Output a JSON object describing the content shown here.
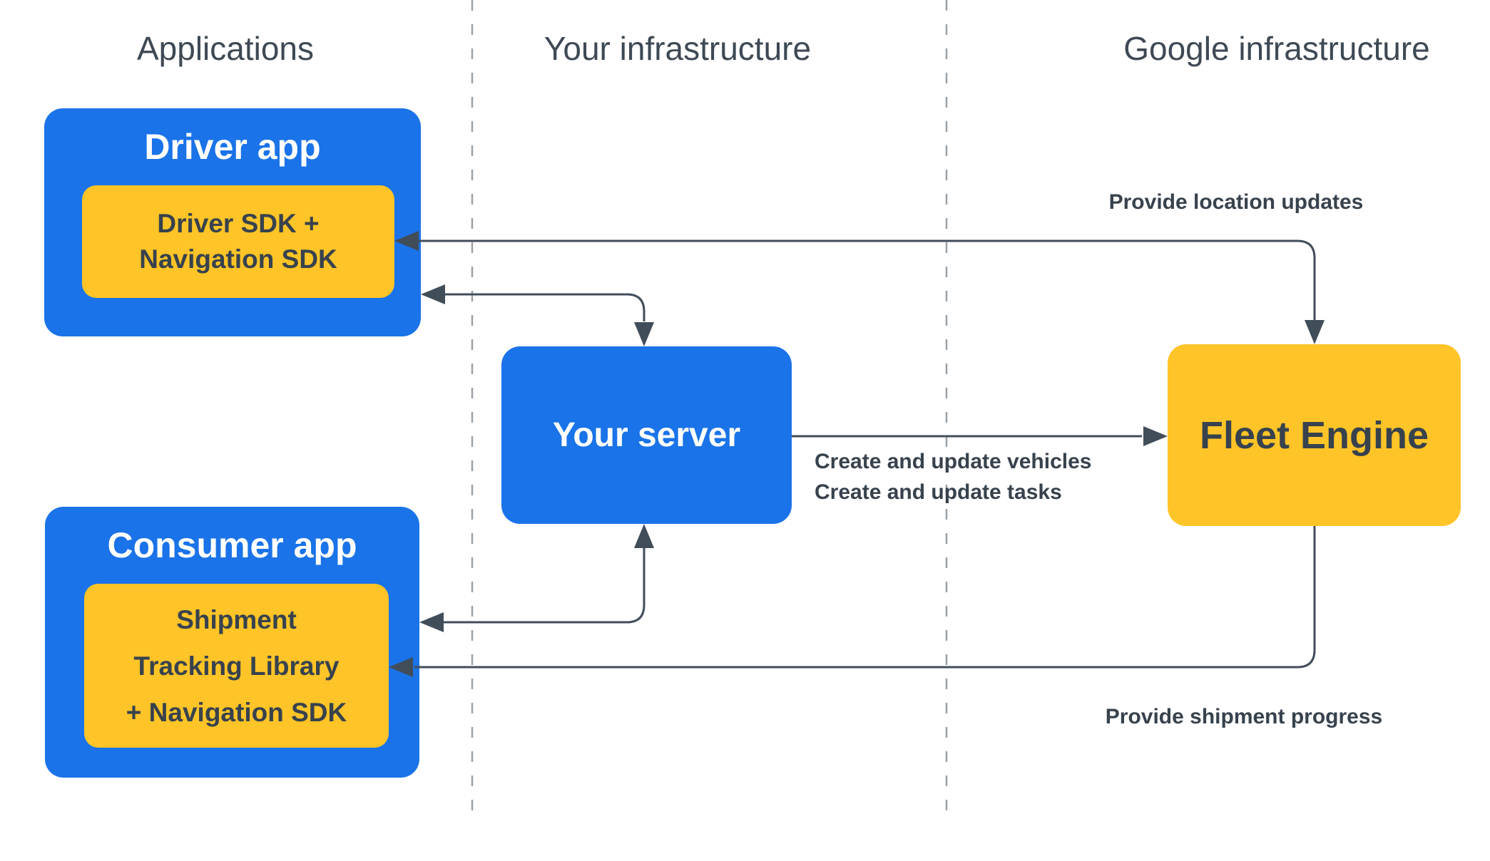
{
  "colors": {
    "blue": "#1a73e8",
    "yellow": "#ffc427",
    "ink": "#37424d",
    "header": "#3e4954",
    "arrow": "#414d59",
    "divider": "#99a1a8",
    "bg": "#ffffff",
    "white": "#ffffff"
  },
  "columns": [
    {
      "label": "Applications"
    },
    {
      "label": "Your infrastructure"
    },
    {
      "label": "Google infrastructure"
    }
  ],
  "nodes": {
    "driver_app": {
      "title": "Driver app",
      "inner": "Driver SDK +\nNavigation SDK"
    },
    "consumer_app": {
      "title": "Consumer app",
      "inner": "Shipment\nTracking Library\n+ Navigation SDK"
    },
    "your_server": {
      "title": "Your server"
    },
    "fleet_engine": {
      "title": "Fleet Engine"
    }
  },
  "edges": {
    "location_updates": {
      "label": "Provide location updates"
    },
    "create_update": {
      "label": "Create and update vehicles\nCreate and update tasks"
    },
    "shipment_progress": {
      "label": "Provide shipment progress"
    }
  }
}
